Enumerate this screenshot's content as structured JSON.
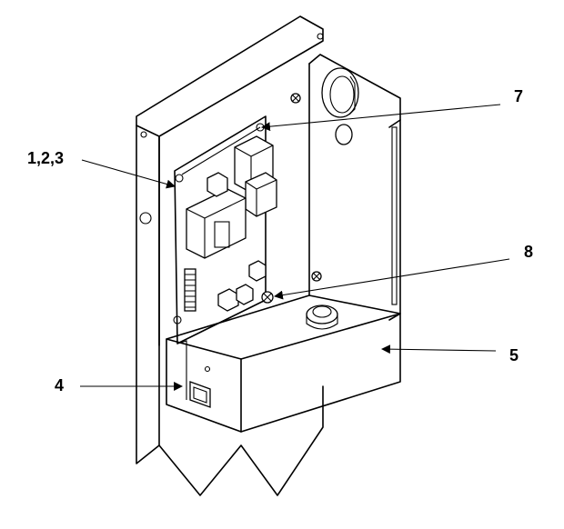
{
  "callouts": [
    {
      "id": "c123",
      "label": "1,2,3"
    },
    {
      "id": "c4",
      "label": "4"
    },
    {
      "id": "c5",
      "label": "5"
    },
    {
      "id": "c7",
      "label": "7"
    },
    {
      "id": "c8",
      "label": "8"
    }
  ]
}
